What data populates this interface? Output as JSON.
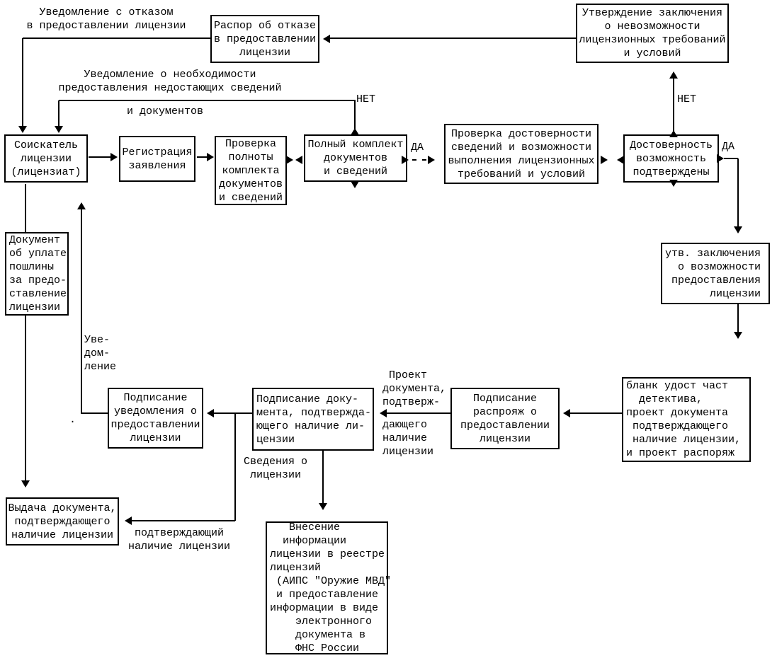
{
  "diagram": {
    "colors": {
      "line": "#000000",
      "background": "#ffffff",
      "text": "#000000"
    },
    "boxes": {
      "raspor_otkaz": "Распор об отказе\nв предоставлении\nлицензии",
      "utverzhdenie": "Утверждение заключения\nо невозможности\nлицензионных требований\nи условий",
      "soiskatel": "Соискатель\nлицензии\n(лицензиат)",
      "registratsiya": "Регистрация\nзаявления",
      "proverka_polnoty": "Проверка\nполноты\nкомплекта\nдокументов\nи сведений",
      "polnyi_komplekt": "Полный комплект\nдокументов\nи сведений",
      "proverka_dostovernosti": "Проверка достоверности\nсведений и возможности\nвыполнения лицензионных\nтребований и условий",
      "dostovernost": "Достоверность\nвозможность\nподтверждены",
      "dokument_uplata": "Документ\nоб уплате\nпошлины\nза предо-\nставление\nлицензии",
      "utv_zaklyucheniya": "утв. заключения\n  о возможности\n предоставления\n       лицензии",
      "podpisanie_uvedomleniya": "Подписание\nуведомления о\nпредоставлении\nлицензии",
      "podpisanie_dokumenta": "Подписание доку-\nмента, подтвержда-\nющего наличие ли-\nцензии",
      "podpisanie_rasporyazh": "Подписание\nраспрояж о\nпредоставлении\nлицензии",
      "blank_udost": "бланк удост част\n  детектива,\nпроект документа\n подтверждающего\n наличие лицензии,\nи проект распоряж",
      "vydacha": "Выдача документа,\nподтверждающего\nналичие лицензии",
      "vnesenie": "   Внесение\n  информации\nлицензии в реестре\nлицензий\n (АИПС \"Оружие МВД\"\n и предоставление\nинформации в виде\n    электронного\n    документа в\n    ФНС России"
    },
    "labels": {
      "notice_refusal": "Уведомление с отказом\nв предоставлении лицензии",
      "notice_missing": "Уведомление о необходимости\nпредоставления недостающих сведений",
      "notice_docs": "и документов",
      "no_left": "НЕТ",
      "no_right": "НЕТ",
      "yes_left": "ДА",
      "yes_right": "ДА",
      "uvedomlenie": "Уве-\nдом-\nление",
      "proekt": " Проект\nдокумента,\nподтверж-",
      "dayushchego": "дающего\nналичие\nлицензии",
      "svedeniya": "Сведения о\n лицензии",
      "podtverzhdayushchii": "подтверждающий\nналичие лицензии",
      "dot": "."
    }
  }
}
